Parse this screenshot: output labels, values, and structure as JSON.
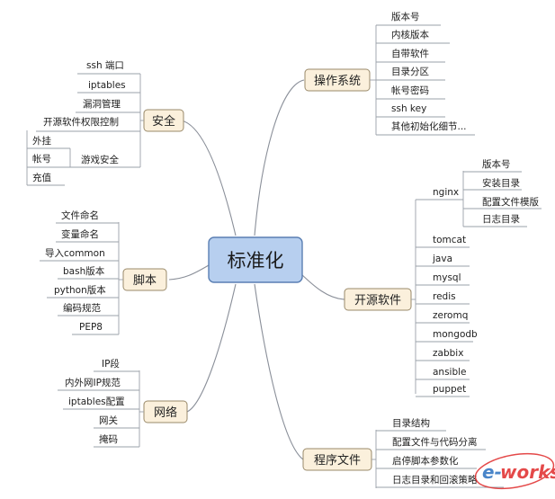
{
  "root": "标准化",
  "branches": {
    "os": {
      "label": "操作系统",
      "items": [
        "版本号",
        "内核版本",
        "自带软件",
        "目录分区",
        "帐号密码",
        "ssh key",
        "其他初始化细节..."
      ]
    },
    "security": {
      "label": "安全",
      "items": [
        "ssh 端口",
        "iptables",
        "漏洞管理",
        "开源软件权限控制"
      ],
      "game": {
        "label": "游戏安全",
        "items": [
          "外挂",
          "帐号",
          "充值"
        ]
      }
    },
    "opensource": {
      "label": "开源软件",
      "items": [
        "tomcat",
        "java",
        "mysql",
        "redis",
        "zeromq",
        "mongodb",
        "zabbix",
        "ansible",
        "puppet"
      ],
      "nginx": {
        "label": "nginx",
        "items": [
          "版本号",
          "安装目录",
          "配置文件模版",
          "日志目录"
        ]
      }
    },
    "script": {
      "label": "脚本",
      "items": [
        "文件命名",
        "变量命名",
        "导入common",
        "bash版本",
        "python版本",
        "编码规范",
        "PEP8"
      ]
    },
    "network": {
      "label": "网络",
      "items": [
        "IP段",
        "内外网IP规范",
        "iptables配置",
        "网关",
        "掩码"
      ]
    },
    "program": {
      "label": "程序文件",
      "items": [
        "目录结构",
        "配置文件与代码分离",
        "启停脚本参数化",
        "日志目录和回滚策略"
      ]
    }
  },
  "watermark": "e-works"
}
